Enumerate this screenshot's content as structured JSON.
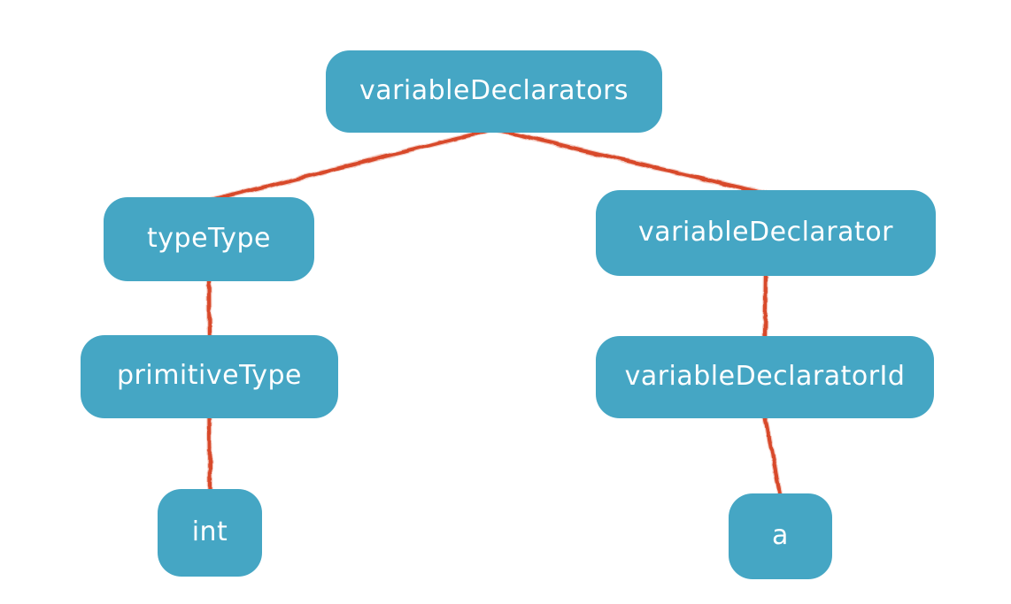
{
  "colors": {
    "node_fill": "#45a6c4",
    "node_text": "#ffffff",
    "edge": "#d8492b",
    "background": "#ffffff"
  },
  "tree": {
    "nodes": [
      {
        "id": "variableDeclarators",
        "label": "variableDeclarators"
      },
      {
        "id": "typeType",
        "label": "typeType"
      },
      {
        "id": "variableDeclarator",
        "label": "variableDeclarator"
      },
      {
        "id": "primitiveType",
        "label": "primitiveType"
      },
      {
        "id": "variableDeclaratorId",
        "label": "variableDeclaratorId"
      },
      {
        "id": "int",
        "label": "int"
      },
      {
        "id": "a",
        "label": "a"
      }
    ],
    "edges": [
      {
        "from": "variableDeclarators",
        "to": "typeType"
      },
      {
        "from": "variableDeclarators",
        "to": "variableDeclarator"
      },
      {
        "from": "typeType",
        "to": "primitiveType"
      },
      {
        "from": "primitiveType",
        "to": "int"
      },
      {
        "from": "variableDeclarator",
        "to": "variableDeclaratorId"
      },
      {
        "from": "variableDeclaratorId",
        "to": "a"
      }
    ]
  }
}
